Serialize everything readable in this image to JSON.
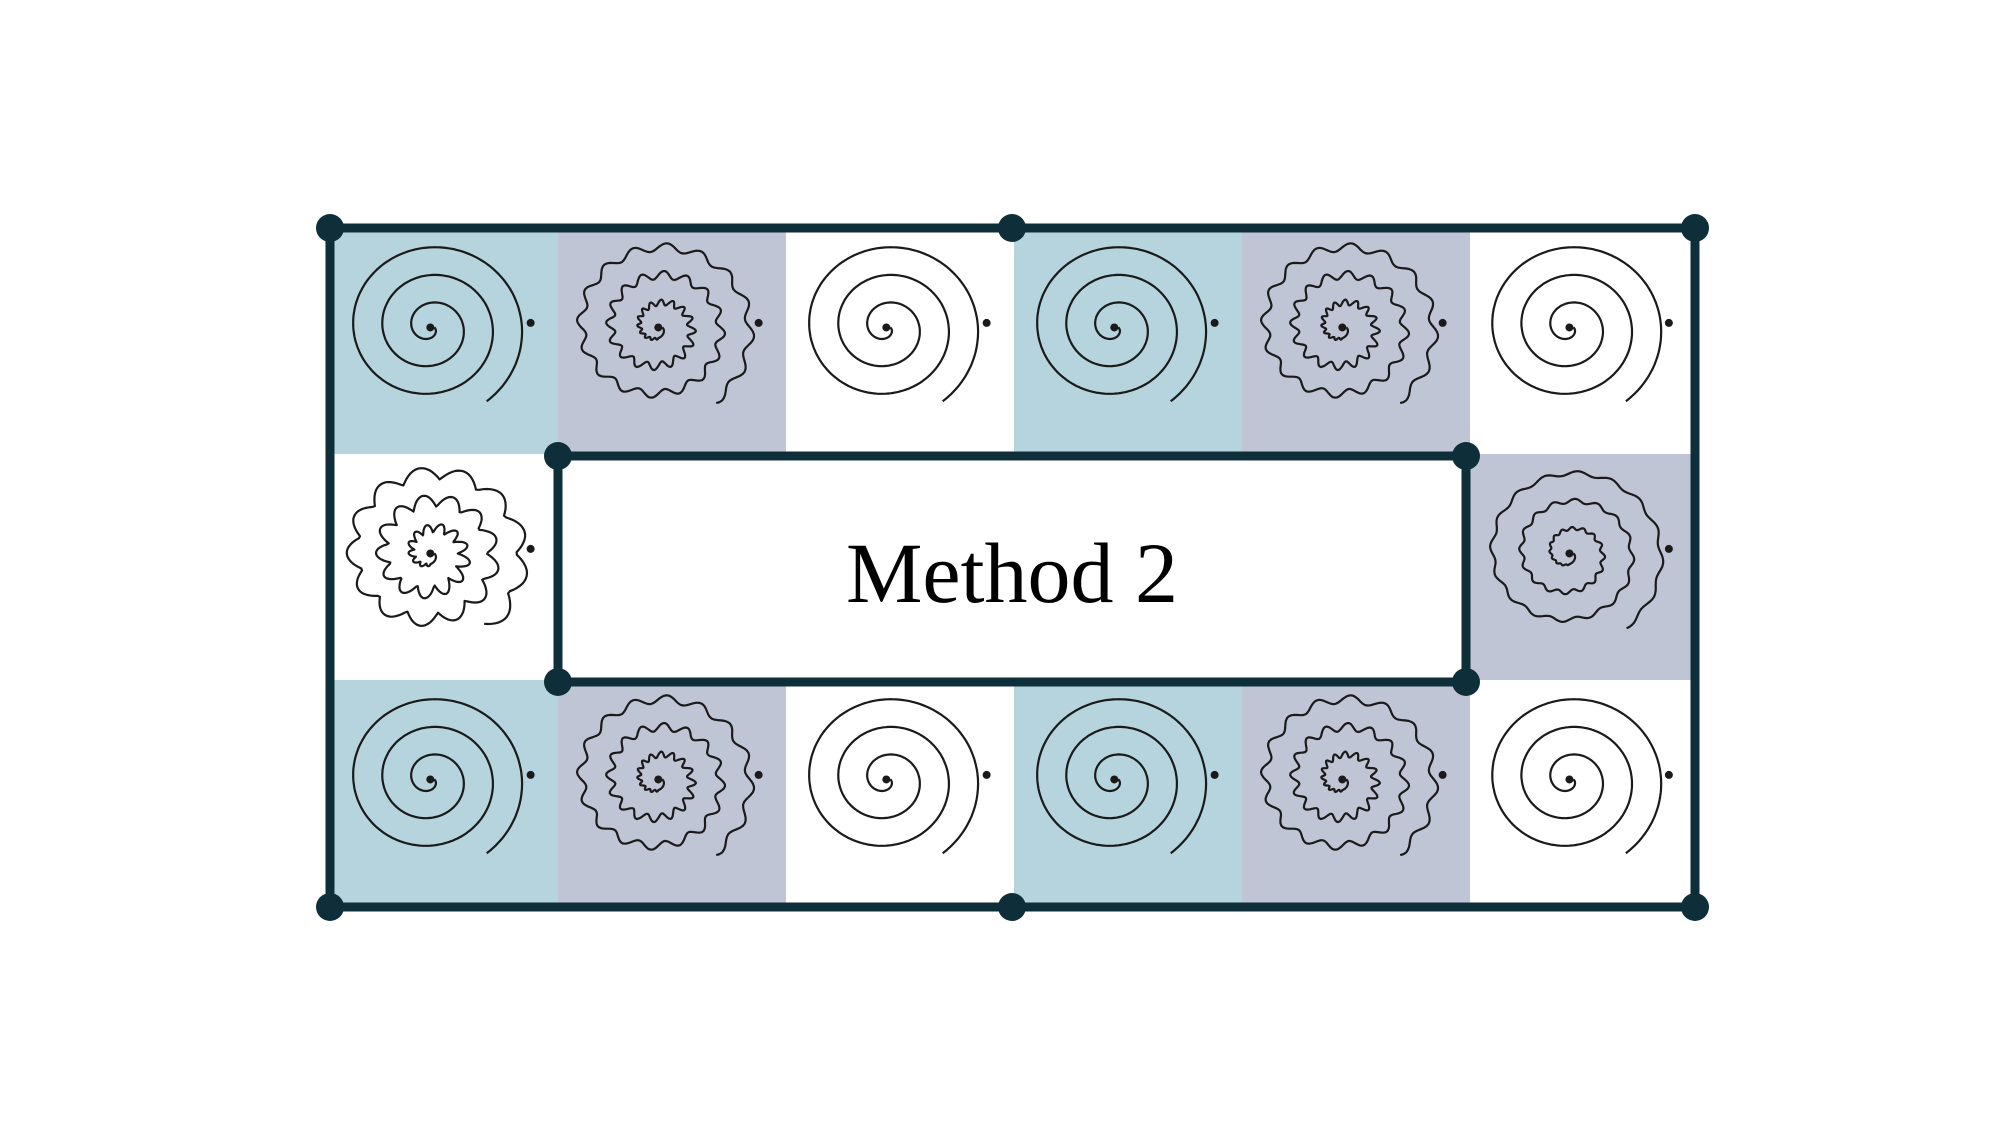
{
  "center_label": "Method 2",
  "colors": {
    "frame": "#0e2f39",
    "tile_teal": "#b6d4de",
    "tile_lavender": "#c0c5d6",
    "tile_white": "#ffffff",
    "spiral": "#1a1a1a"
  },
  "tiles": [
    {
      "id": "top-1",
      "bg": "teal",
      "spiral": "smooth"
    },
    {
      "id": "top-2",
      "bg": "lavender",
      "spiral": "tremor"
    },
    {
      "id": "top-3",
      "bg": "white",
      "spiral": "smooth"
    },
    {
      "id": "top-4",
      "bg": "teal",
      "spiral": "smooth"
    },
    {
      "id": "top-5",
      "bg": "lavender",
      "spiral": "tremor"
    },
    {
      "id": "top-6",
      "bg": "white",
      "spiral": "smooth"
    },
    {
      "id": "mid-left",
      "bg": "white",
      "spiral": "tremor-strong"
    },
    {
      "id": "mid-right",
      "bg": "lavender",
      "spiral": "tremor-light"
    },
    {
      "id": "bottom-1",
      "bg": "teal",
      "spiral": "smooth"
    },
    {
      "id": "bottom-2",
      "bg": "lavender",
      "spiral": "tremor"
    },
    {
      "id": "bottom-3",
      "bg": "white",
      "spiral": "smooth"
    },
    {
      "id": "bottom-4",
      "bg": "teal",
      "spiral": "smooth"
    },
    {
      "id": "bottom-5",
      "bg": "lavender",
      "spiral": "tremor"
    },
    {
      "id": "bottom-6",
      "bg": "white",
      "spiral": "smooth"
    }
  ]
}
